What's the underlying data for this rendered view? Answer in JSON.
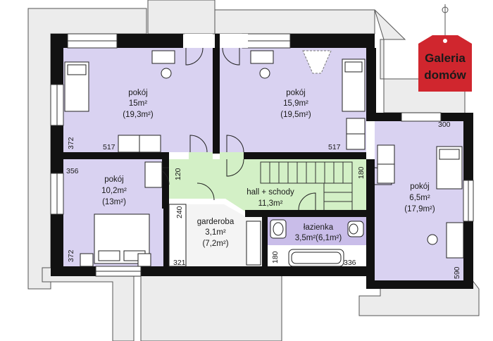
{
  "rooms": {
    "room_nw": {
      "name": "pokój",
      "area": "15m²",
      "area_total": "(19,3m²)"
    },
    "room_ne": {
      "name": "pokój",
      "area": "15,9m²",
      "area_total": "(19,5m²)"
    },
    "room_w": {
      "name": "pokój",
      "area": "10,2m²",
      "area_total": "(13m²)"
    },
    "room_e": {
      "name": "pokój",
      "area": "6,5m²",
      "area_total": "(17,9m²)"
    },
    "hall": {
      "name": "hall + schody",
      "area": "11,3m²"
    },
    "garderoba": {
      "name": "garderoba",
      "area": "3,1m²",
      "area_total": "(7,2m²)"
    },
    "lazienka": {
      "name": "łazienka",
      "area": "3,5m²(6,1m²)"
    }
  },
  "dimensions": {
    "nw_height": "372",
    "nw_width": "517",
    "ne_width": "517",
    "w_width": "356",
    "w_height": "372",
    "hall_120": "120",
    "hall_180": "180",
    "garderoba_240": "240",
    "garderoba_321": "321",
    "lazienka_180": "180",
    "lazienka_336": "336",
    "e_300": "300",
    "e_590": "590"
  },
  "logo": {
    "line1": "Galeria",
    "line2": "domów"
  },
  "colors": {
    "room_fill": "#d9d2f1",
    "hall_fill": "#d3f0c6",
    "bath_fill": "#c9bde9",
    "wall": "#111111",
    "logo_red": "#d0262e"
  }
}
